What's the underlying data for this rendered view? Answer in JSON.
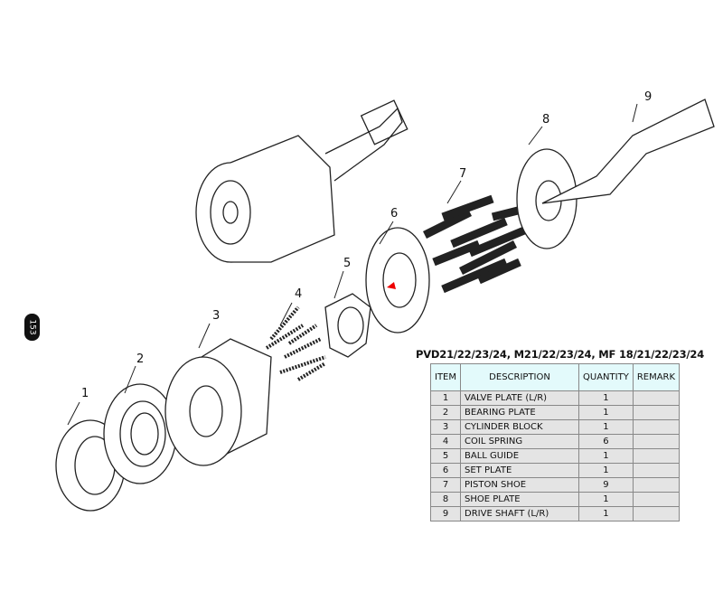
{
  "page_number": "153",
  "callouts": [
    "1",
    "2",
    "3",
    "4",
    "5",
    "6",
    "7",
    "8",
    "9"
  ],
  "table": {
    "title": "PVD21/22/23/24, M21/22/23/24, MF 18/21/22/23/24",
    "headers": [
      "ITEM",
      "DESCRIPTION",
      "QUANTITY",
      "REMARK"
    ],
    "rows": [
      {
        "item": "1",
        "description": "VALVE  PLATE (L/R)",
        "quantity": "1",
        "remark": ""
      },
      {
        "item": "2",
        "description": "BEARING  PLATE",
        "quantity": "1",
        "remark": ""
      },
      {
        "item": "3",
        "description": "CYLINDER  BLOCK",
        "quantity": "1",
        "remark": ""
      },
      {
        "item": "4",
        "description": "COIL  SPRING",
        "quantity": "6",
        "remark": ""
      },
      {
        "item": "5",
        "description": "BALL  GUIDE",
        "quantity": "1",
        "remark": ""
      },
      {
        "item": "6",
        "description": "SET  PLATE",
        "quantity": "1",
        "remark": ""
      },
      {
        "item": "7",
        "description": "PISTON SHOE",
        "quantity": "9",
        "remark": ""
      },
      {
        "item": "8",
        "description": "SHOE  PLATE",
        "quantity": "1",
        "remark": ""
      },
      {
        "item": "9",
        "description": "DRIVE SHAFT (L/R)",
        "quantity": "1",
        "remark": ""
      }
    ]
  }
}
